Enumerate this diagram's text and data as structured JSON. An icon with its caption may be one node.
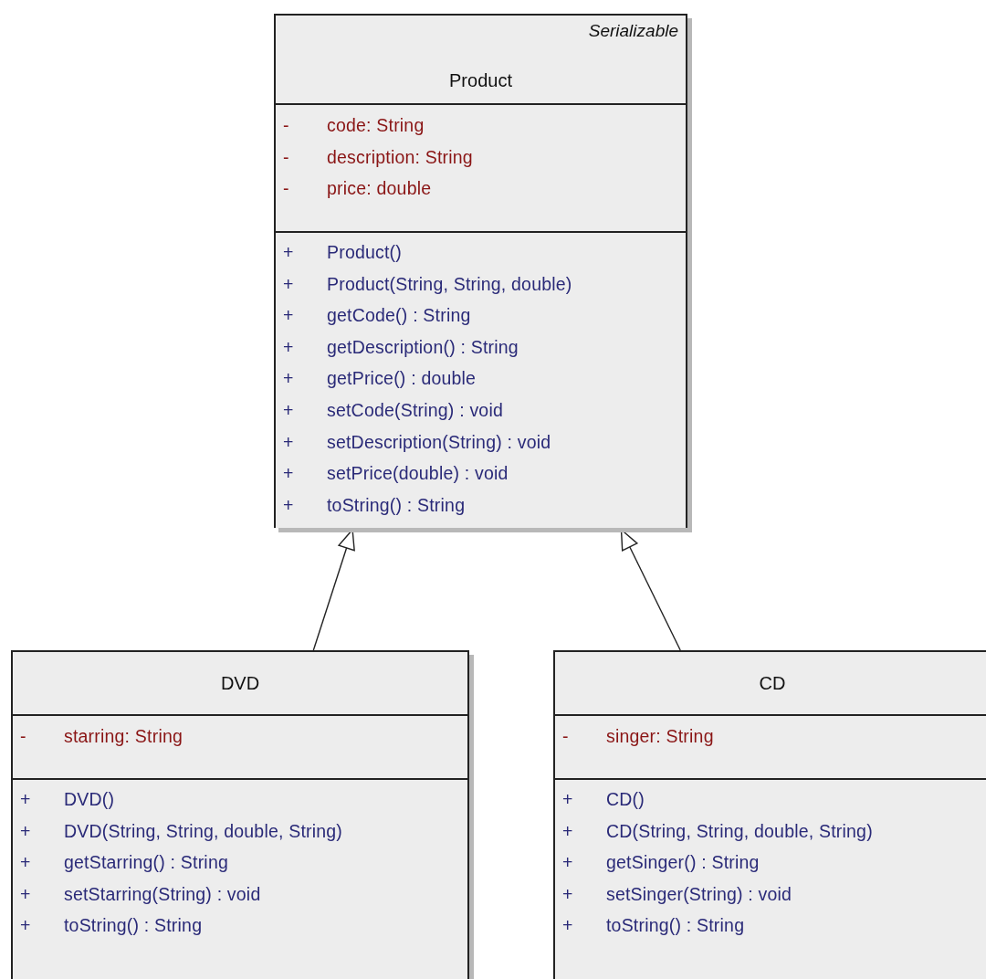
{
  "diagram": {
    "nodes": [
      {
        "text": [
          "Serializable",
          "Product"
        ]
      },
      {
        "text": [
          "-",
          "code:  String",
          "-",
          "description:  String",
          "-",
          "price:  double"
        ],
        "in": 0
      },
      {
        "text": [
          "+",
          "Product()",
          "+",
          "Product(String, String, double)",
          "+",
          "getCode() : String",
          "+",
          "getDescription() : String",
          "+",
          "getPrice() : double",
          "+",
          "setCode(String) : void",
          "+",
          "setDescription(String) : void",
          "+",
          "setPrice(double) : void",
          "+",
          "toString() : String"
        ],
        "in": 0
      },
      {
        "text": [
          "DVD"
        ]
      },
      {
        "text": [
          "-",
          "starring:  String"
        ],
        "in": 3
      },
      {
        "text": [
          "+",
          "DVD()",
          "+",
          "DVD(String, String, double, String)",
          "+",
          "getStarring() : String",
          "+",
          "setStarring(String) : void",
          "+",
          "toString() : String"
        ],
        "in": 3
      },
      {
        "text": [
          "CD"
        ]
      },
      {
        "text": [
          "-",
          "singer:  String"
        ],
        "in": 6
      },
      {
        "text": [
          "+",
          "CD()",
          "+",
          "CD(String, String, double, String)",
          "+",
          "getSinger() : String",
          "+",
          "setSinger(String) : void",
          "+",
          "toString() : String"
        ],
        "in": 6
      }
    ],
    "edges": [
      {
        "from": 3,
        "to": 0,
        "arrow": "to"
      },
      {
        "from": 6,
        "to": 0,
        "arrow": "to"
      }
    ]
  }
}
